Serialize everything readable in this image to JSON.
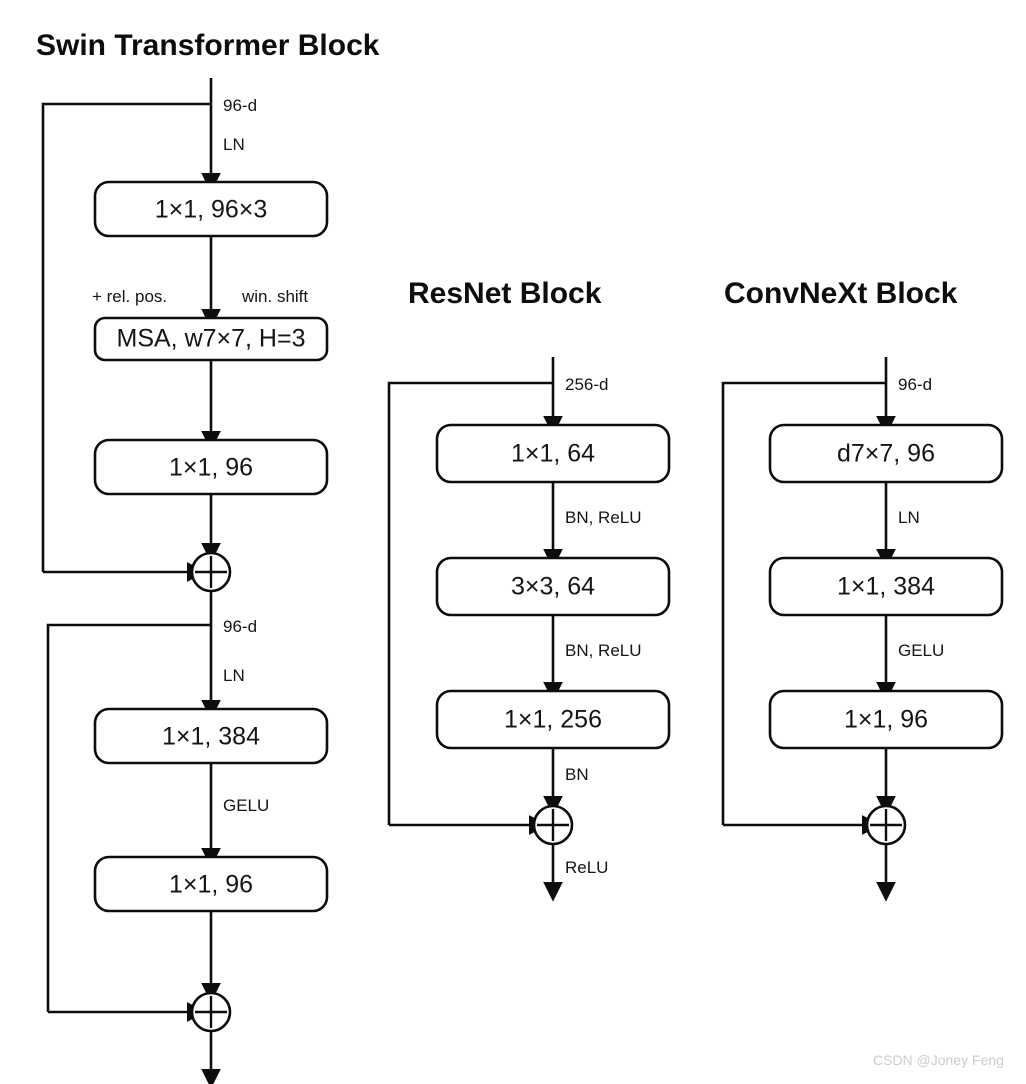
{
  "figure": {
    "title_swin": "Swin Transformer Block",
    "title_resnet": "ResNet Block",
    "title_convnext": "ConvNeXt Block",
    "watermark": "CSDN @Joney Feng",
    "background_color": "#ffffff",
    "stroke_color": "#0d0d0d",
    "text_color": "#151515"
  },
  "swin": {
    "title": "Swin Transformer Block",
    "input_label": "96-d",
    "norm_label_1": "LN",
    "box_1": "1×1, 96×3",
    "rel_pos_label": "+ rel. pos.",
    "win_shift_label": "win. shift",
    "box_2": "MSA, w7×7, H=3",
    "box_3": "1×1, 96",
    "mid_label": "96-d",
    "norm_label_2": "LN",
    "box_4": "1×1, 384",
    "act_label": "GELU",
    "box_5": "1×1, 96",
    "sum_symbol_1": "⊕",
    "sum_symbol_2": "⊕"
  },
  "resnet": {
    "title": "ResNet Block",
    "input_label": "256-d",
    "box_1": "1×1, 64",
    "norm_act_1": "BN, ReLU",
    "box_2": "3×3, 64",
    "norm_act_2": "BN, ReLU",
    "box_3": "1×1, 256",
    "norm_label": "BN",
    "sum_symbol": "⊕",
    "out_act_label": "ReLU"
  },
  "convnext": {
    "title": "ConvNeXt Block",
    "input_label": "96-d",
    "box_1": "d7×7, 96",
    "norm_label": "LN",
    "box_2": "1×1, 384",
    "act_label": "GELU",
    "box_3": "1×1, 96",
    "sum_symbol": "⊕"
  }
}
